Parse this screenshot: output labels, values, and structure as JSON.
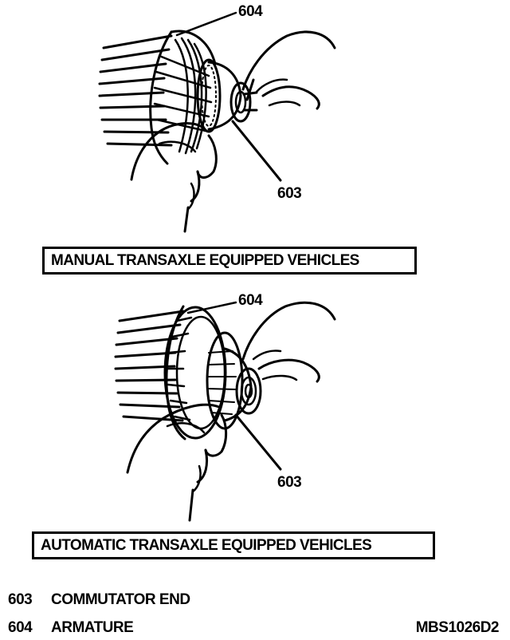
{
  "panels": [
    {
      "caption": "MANUAL TRANSAXLE EQUIPPED VEHICLES",
      "callouts": {
        "armature": "604",
        "commutator": "603"
      }
    },
    {
      "caption": "AUTOMATIC TRANSAXLE EQUIPPED VEHICLES",
      "callouts": {
        "armature": "604",
        "commutator": "603"
      }
    }
  ],
  "legend": [
    {
      "code": "603",
      "label": "COMMUTATOR END"
    },
    {
      "code": "604",
      "label": "ARMATURE"
    }
  ],
  "figure_id": "MBS1026D2"
}
